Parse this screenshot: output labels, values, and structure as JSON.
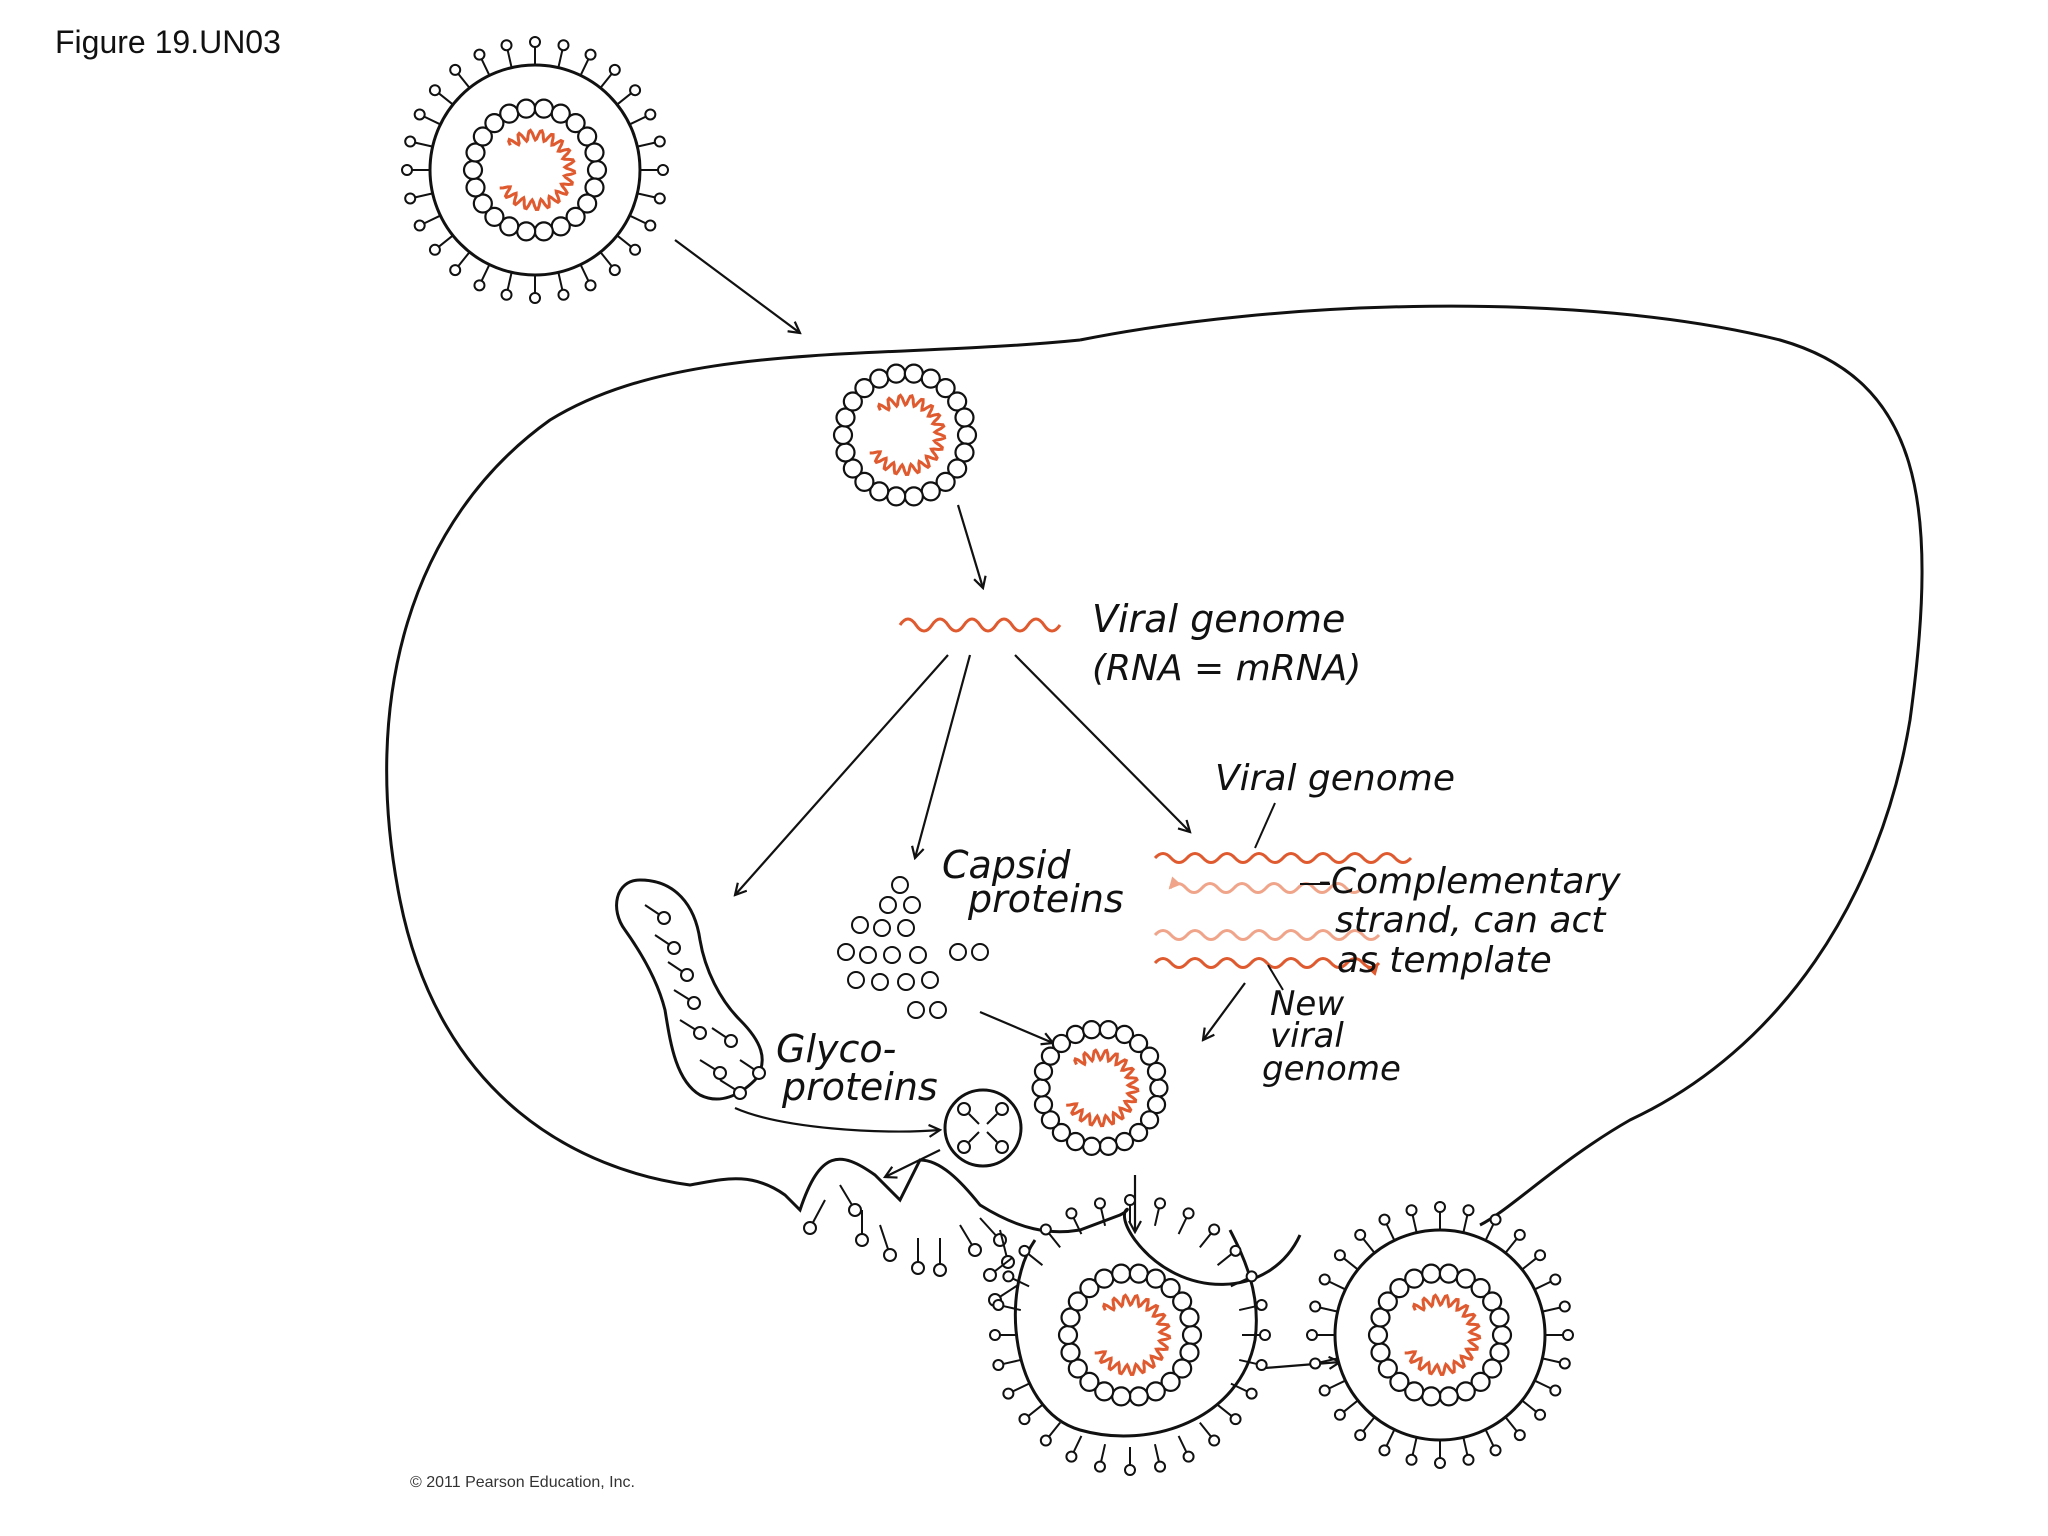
{
  "figure_title": "Figure 19.UN03",
  "labels": {
    "viral_genome_top_line1": "Viral genome",
    "viral_genome_top_line2": "(RNA = mRNA)",
    "viral_genome_right": "Viral genome",
    "complementary_line1": "-Complementary",
    "complementary_line2": "strand, can act",
    "complementary_line3": "as template",
    "capsid_line1": "Capsid",
    "capsid_line2": "proteins",
    "glyco_line1": "Glyco-",
    "glyco_line2": "proteins",
    "new_viral_line1": "New",
    "new_viral_line2": "viral",
    "new_viral_line3": "genome"
  },
  "copyright": "© 2011 Pearson Education, Inc.",
  "colors": {
    "ink": "#111111",
    "rna": "#e05a2f",
    "rna_light": "#f0a58a",
    "background": "#ffffff"
  }
}
